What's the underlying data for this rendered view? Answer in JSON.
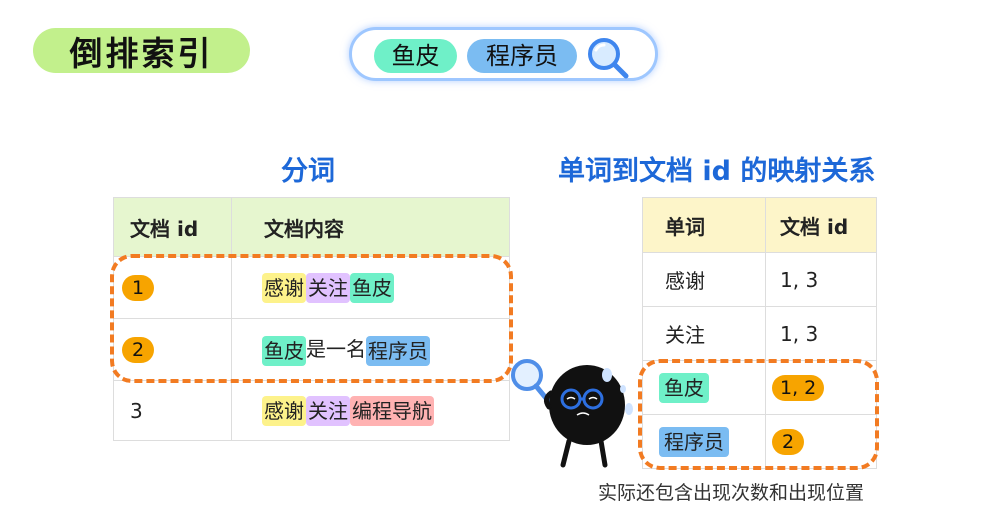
{
  "title": "倒排索引",
  "search": {
    "terms": [
      "鱼皮",
      "程序员"
    ]
  },
  "left_heading": "分词",
  "right_heading": "单词到文档 id 的映射关系",
  "docs_table": {
    "headers": [
      "文档 id",
      "文档内容"
    ],
    "rows": [
      {
        "id": "1",
        "id_badge": true,
        "segments": [
          {
            "text": "感谢",
            "hl": "yellow"
          },
          {
            "text": "关注",
            "hl": "purple"
          },
          {
            "text": "鱼皮",
            "hl": "green"
          }
        ]
      },
      {
        "id": "2",
        "id_badge": true,
        "segments": [
          {
            "text": "鱼皮",
            "hl": "green"
          },
          {
            "text": "是一名",
            "hl": ""
          },
          {
            "text": "程序员",
            "hl": "blue"
          }
        ]
      },
      {
        "id": "3",
        "id_badge": false,
        "segments": [
          {
            "text": "感谢",
            "hl": "yellow"
          },
          {
            "text": "关注",
            "hl": "purple"
          },
          {
            "text": "编程导航",
            "hl": "pink"
          }
        ]
      }
    ]
  },
  "index_table": {
    "headers": [
      "单词",
      "文档 id"
    ],
    "rows": [
      {
        "word": "感谢",
        "word_hl": "",
        "ids": "1, 3",
        "ids_badge": false
      },
      {
        "word": "关注",
        "word_hl": "",
        "ids": "1, 3",
        "ids_badge": false
      },
      {
        "word": "鱼皮",
        "word_hl": "green",
        "ids": "1, 2",
        "ids_badge": true
      },
      {
        "word": "程序员",
        "word_hl": "blue",
        "ids": "2",
        "ids_badge": true
      }
    ]
  },
  "footnote": "实际还包含出现次数和出现位置",
  "colors": {
    "title_bg": "#c2f08c",
    "heading": "#1d68d8",
    "table_header_left": "#e6f6cf",
    "table_header_right": "#fdf5c9",
    "dashed": "#f27b22",
    "badge": "#f7a400"
  }
}
